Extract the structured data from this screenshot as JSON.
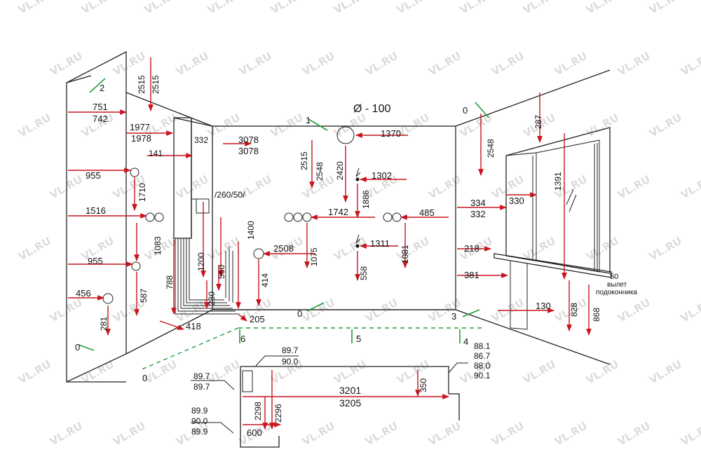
{
  "watermark": "VL.RU",
  "diameter_label": "Ø - 100",
  "wall_labels": [
    "2",
    "1",
    "0",
    "0",
    "3",
    "6",
    "5",
    "4",
    "0",
    "0"
  ],
  "dimensions": [
    "2515",
    "2515",
    "751",
    "742",
    "1977",
    "1978",
    "332",
    "3078",
    "3078",
    "141",
    "955",
    "1710",
    "1516",
    "1083",
    "955",
    "587",
    "456",
    "281",
    "788",
    "1200",
    "/260/50/",
    "560",
    "230",
    "1400",
    "414",
    "2508",
    "205",
    "418",
    "2515",
    "2548",
    "2420",
    "1370",
    "1302",
    "1886",
    "1742",
    "1075",
    "1311",
    "558",
    "485",
    "1081",
    "2548",
    "287",
    "1391",
    "334",
    "332",
    "330",
    "218",
    "381",
    "130",
    "828",
    "868",
    "89.7",
    "89.7",
    "89.7",
    "90.0",
    "3201",
    "3205",
    "350",
    "2298",
    "2296",
    "600",
    "89.9",
    "90.0",
    "89.9",
    "88.1",
    "86.7",
    "88.0",
    "90.1"
  ],
  "annotation": {
    "number": "50",
    "line1": "вылет",
    "line2": "подоконника"
  },
  "colors": {
    "dimension_arrow": "#c8141e",
    "wall_marker": "#1e9e3c",
    "outline": "#222222"
  }
}
